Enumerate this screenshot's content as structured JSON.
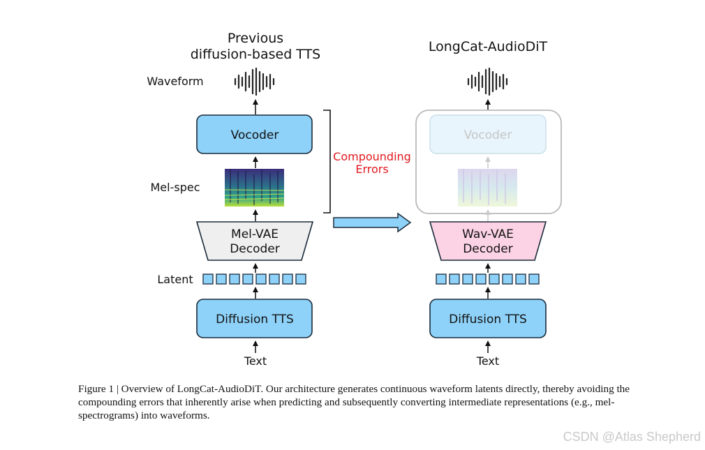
{
  "left_panel": {
    "title_line1": "Previous",
    "title_line2": "diffusion-based TTS",
    "waveform_label": "Waveform",
    "vocoder_label": "Vocoder",
    "melspec_label": "Mel-spec",
    "decoder_line1": "Mel-VAE",
    "decoder_line2": "Decoder",
    "latent_label": "Latent",
    "diffusion_label": "Diffusion TTS",
    "text_label": "Text"
  },
  "bracket": {
    "label_line1": "Compounding",
    "label_line2": "Errors"
  },
  "right_panel": {
    "title": "LongCat-AudioDiT",
    "vocoder_label": "Vocoder",
    "decoder_line1": "Wav-VAE",
    "decoder_line2": "Decoder",
    "diffusion_label": "Diffusion TTS",
    "text_label": "Text"
  },
  "caption": {
    "text": "Figure 1 | Overview of LongCat-AudioDiT. Our architecture generates continuous waveform latents directly, thereby avoiding the compounding errors that inherently arise when predicting and subsequently converting intermediate representations (e.g., mel-spectrograms) into waveforms."
  },
  "watermark": "CSDN @Atlas Shepherd",
  "colors": {
    "box_fill": "#8ed2f9",
    "box_stroke": "#1a2a3a",
    "mel_decoder_fill": "#efefef",
    "wav_decoder_fill": "#fcd3e4",
    "error_text": "#e0191f",
    "faded_box_fill": "#e8f5fd",
    "group_stroke": "#b9b9b9"
  }
}
